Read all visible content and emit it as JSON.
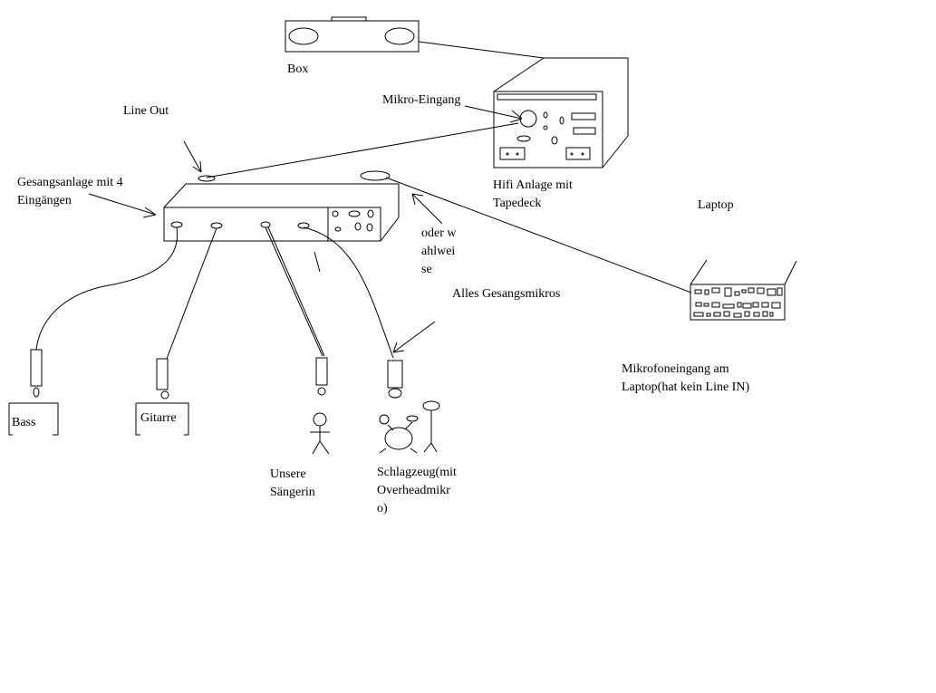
{
  "diagram": {
    "labels": {
      "box": "Box",
      "mikro_eingang": "Mikro-Eingang",
      "line_out": "Line Out",
      "hifi": "Hifi Anlage mit Tapedeck",
      "gesangsanlage": "Gesangsanlage mit 4 Eingängen",
      "laptop": "Laptop",
      "oder": "oder wahlweise",
      "alles": "Alles Gesangsmikros",
      "mikrofoneingang": "Mikrofoneingang am Laptop(hat kein Line IN)",
      "bass": "Bass",
      "gitarre": "Gitarre",
      "saengerin": "Unsere Sängerin",
      "schlagzeug": "Schlagzeug(mit Overheadmikro)"
    }
  }
}
